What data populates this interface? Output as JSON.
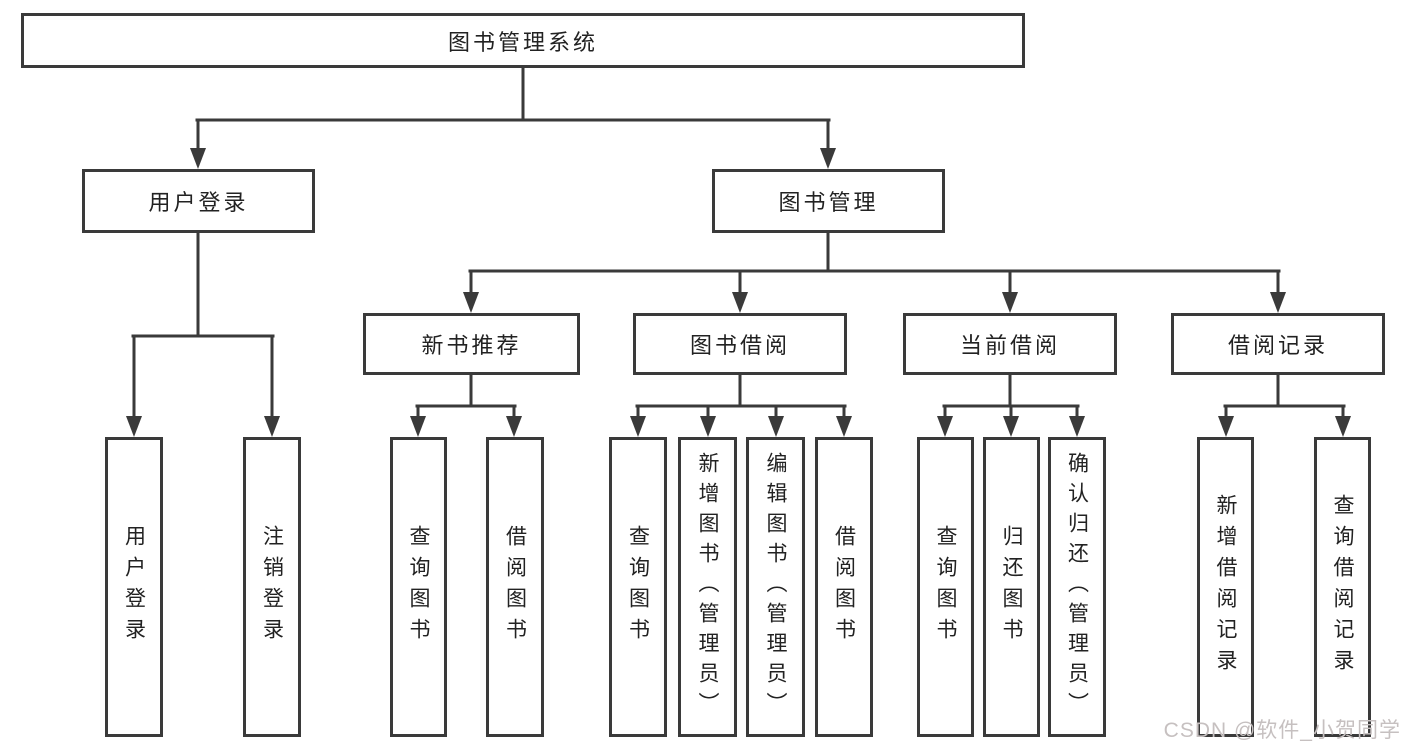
{
  "tree": {
    "root": {
      "label": "图书管理系统"
    },
    "branches": [
      {
        "label": "用户登录",
        "children": [
          {
            "label": "用户登录"
          },
          {
            "label": "注销登录"
          }
        ]
      },
      {
        "label": "图书管理",
        "children": [
          {
            "label": "新书推荐",
            "children": [
              {
                "label": "查询图书"
              },
              {
                "label": "借阅图书"
              }
            ]
          },
          {
            "label": "图书借阅",
            "children": [
              {
                "label": "查询图书"
              },
              {
                "label": "新增图书（管理员）"
              },
              {
                "label": "编辑图书（管理员）"
              },
              {
                "label": "借阅图书"
              }
            ]
          },
          {
            "label": "当前借阅",
            "children": [
              {
                "label": "查询图书"
              },
              {
                "label": "归还图书"
              },
              {
                "label": "确认归还（管理员）"
              }
            ]
          },
          {
            "label": "借阅记录",
            "children": [
              {
                "label": "新增借阅记录"
              },
              {
                "label": "查询借阅记录"
              }
            ]
          }
        ]
      }
    ]
  },
  "watermark": "CSDN @软件_小贺同学",
  "colors": {
    "line": "#3a3a3a",
    "text": "#222222",
    "box_background": "#ffffff",
    "watermark": "#c6c0c0"
  }
}
